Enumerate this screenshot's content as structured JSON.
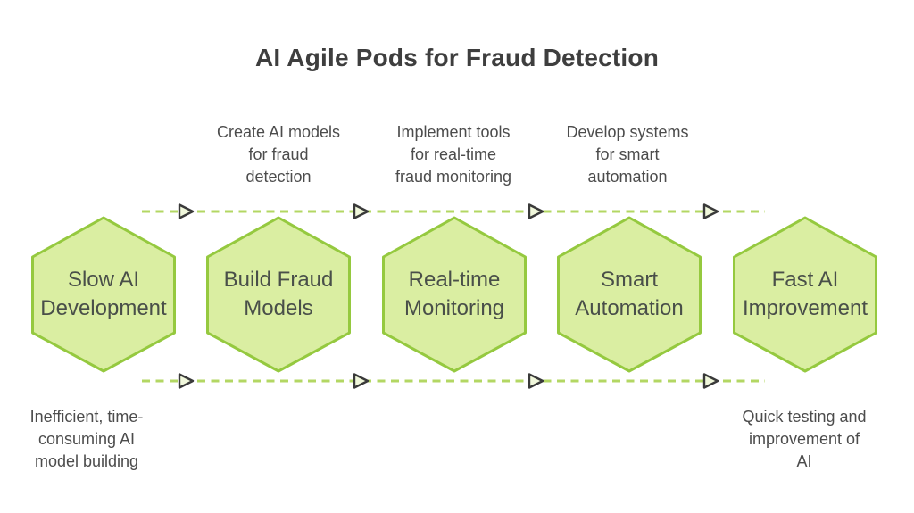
{
  "title": "AI Agile Pods for Fraud Detection",
  "colors": {
    "background": "#ffffff",
    "title_text": "#3e3e3e",
    "label_text": "#4c4c4c",
    "node_text": "#494f49",
    "hex_fill": "#daeea2",
    "hex_border": "#95c93f",
    "dash_line": "#b3d763",
    "arrow_stroke": "#3a3a3a",
    "arrow_fill": "#f1f8dc"
  },
  "top_descriptions": [
    {
      "text": "Create AI models\nfor fraud\ndetection"
    },
    {
      "text": "Implement tools\nfor real-time\nfraud monitoring"
    },
    {
      "text": "Develop systems\nfor smart\nautomation"
    }
  ],
  "hexagons": [
    {
      "label": "Slow AI\nDevelopment"
    },
    {
      "label": "Build Fraud\nModels"
    },
    {
      "label": "Real-time\nMonitoring"
    },
    {
      "label": "Smart\nAutomation"
    },
    {
      "label": "Fast AI\nImprovement"
    }
  ],
  "bottom_descriptions": [
    {
      "text": "Inefficient, time-\nconsuming AI\nmodel building"
    },
    {
      "text": "Quick testing and\nimprovement of\nAI"
    }
  ]
}
